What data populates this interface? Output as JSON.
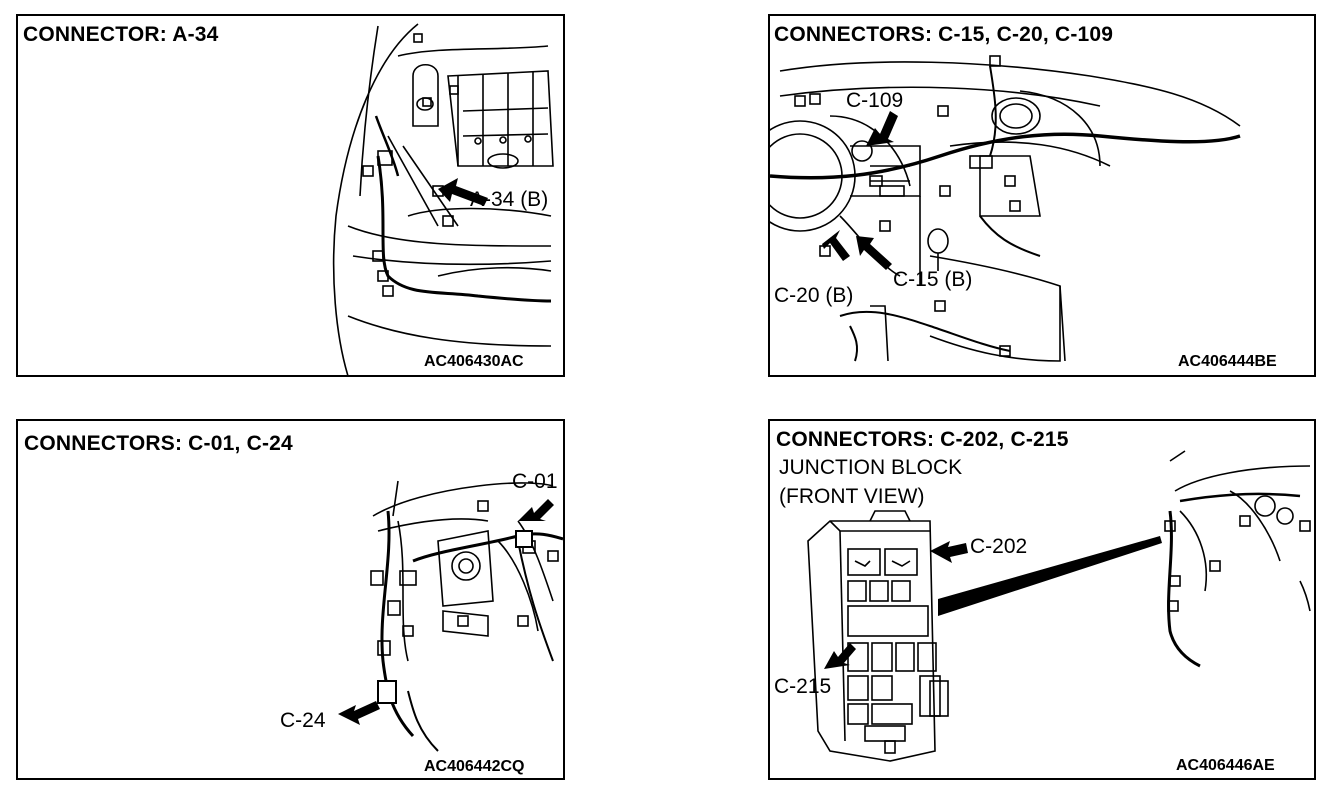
{
  "panels": [
    {
      "title": "CONNECTOR: A-34",
      "code": "AC406430AC",
      "labels": [
        "A-34 (B)"
      ]
    },
    {
      "title": "CONNECTORS: C-15, C-20, C-109",
      "code": "AC406444BE",
      "labels": [
        "C-109",
        "C-15 (B)",
        "C-20 (B)"
      ]
    },
    {
      "title": "CONNECTORS: C-01, C-24",
      "code": "AC406442CQ",
      "labels": [
        "C-01",
        "C-24"
      ]
    },
    {
      "title": "CONNECTORS: C-202, C-215",
      "subtitle": [
        "JUNCTION BLOCK",
        "(FRONT VIEW)"
      ],
      "code": "AC406446AE",
      "labels": [
        "C-202",
        "C-215"
      ]
    }
  ]
}
